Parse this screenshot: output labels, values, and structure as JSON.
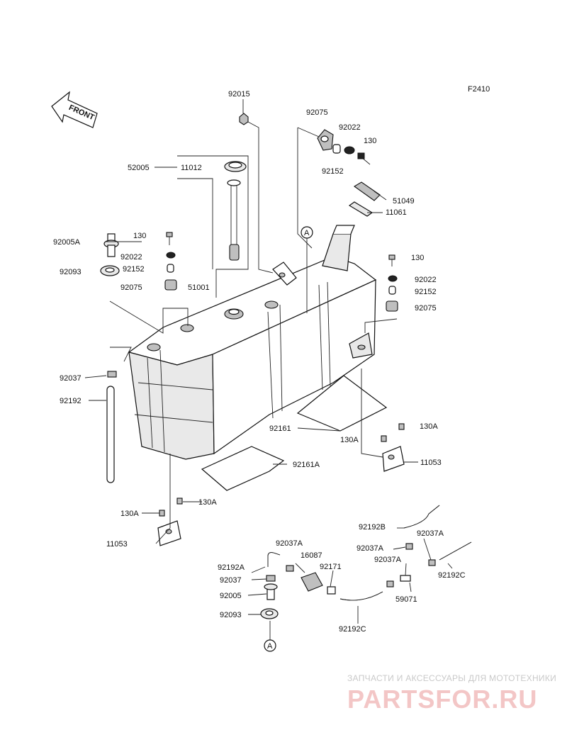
{
  "figure": {
    "code": "F2410",
    "front_label": "FRONT",
    "callouts": {
      "ref_a_top": "A",
      "ref_a_bottom": "A"
    }
  },
  "parts": {
    "p92015": "92015",
    "p92075_top": "92075",
    "p92022_top": "92022",
    "p130_top": "130",
    "p92152_top": "92152",
    "p52005": "52005",
    "p11012": "11012",
    "p51049": "51049",
    "p11061": "11061",
    "p92005A": "92005A",
    "p130_left": "130",
    "p92022_left": "92022",
    "p92152_left": "92152",
    "p92093_left": "92093",
    "p92075_left": "92075",
    "p51001": "51001",
    "p130_right": "130",
    "p92022_right": "92022",
    "p92152_right": "92152",
    "p92075_right": "92075",
    "p92037": "92037",
    "p92192": "92192",
    "p92161": "92161",
    "p130A_r1": "130A",
    "p130A_r2": "130A",
    "p11053_right": "11053",
    "p92161A": "92161A",
    "p130A_l1": "130A",
    "p130A_l2": "130A",
    "p11053_left": "11053",
    "p92192B": "92192B",
    "p92037A_1": "92037A",
    "p92037A_2": "92037A",
    "p92037A_3": "92037A",
    "p92037A_4": "92037A",
    "p16087": "16087",
    "p92192A": "92192A",
    "p92171": "92171",
    "p92192C_r": "92192C",
    "p92037_b": "92037",
    "p92005": "92005",
    "p59071": "59071",
    "p92093_b": "92093",
    "p92192C_b": "92192C"
  },
  "watermark": {
    "tagline": "ЗАПЧАСТИ И АКСЕССУАРЫ ДЛЯ МОТОТЕХНИКИ",
    "logo": "PARTSFOR.RU"
  },
  "colors": {
    "ink": "#111111",
    "watermark_text": "#c9c9c9",
    "watermark_logo": "#f3c6c6"
  }
}
